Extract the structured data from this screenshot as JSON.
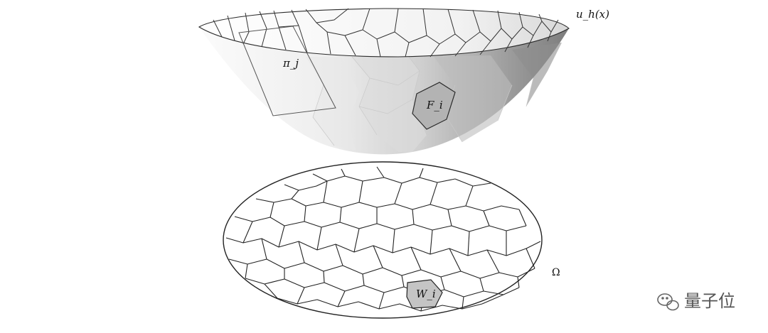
{
  "labels": {
    "surface": "u_h(x)",
    "plane_face": "π_j",
    "face": "F_i",
    "cell": "W_i",
    "domain": "Ω"
  },
  "watermark": {
    "text": "量子位",
    "icon": "wechat-icon"
  },
  "colors": {
    "edge": "#2b2b2b",
    "highlight_cell": "#c4c4c4",
    "plane_outline": "#555555"
  }
}
